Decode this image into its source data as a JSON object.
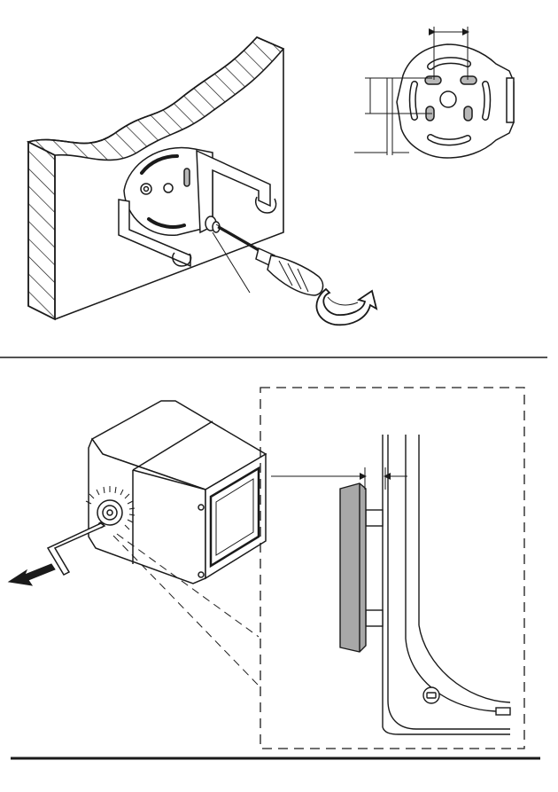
{
  "document": {
    "kind": "installation-instruction-sheet",
    "steps": [
      {
        "id": "step-1",
        "action": "mount-bracket-to-wall-with-screwdriver"
      },
      {
        "id": "step-2",
        "action": "loosen-hex-screw-and-detail-gap"
      }
    ]
  },
  "icons": [
    "wall-section-icon",
    "mounting-bracket-icon",
    "screwdriver-icon",
    "rotate-clockwise-arrow-icon",
    "bracket-plate-topview-icon",
    "speaker-enclosure-icon",
    "hex-key-icon",
    "pull-direction-arrow-icon",
    "detail-callout-icon"
  ],
  "colors": {
    "line": "#1a1a1a",
    "hatch": "#1a1a1a",
    "slot_fill": "#b8b8b8",
    "pad_fill": "#a8a8a8",
    "screwdriver_handle": "#ffffff",
    "background": "#ffffff"
  }
}
